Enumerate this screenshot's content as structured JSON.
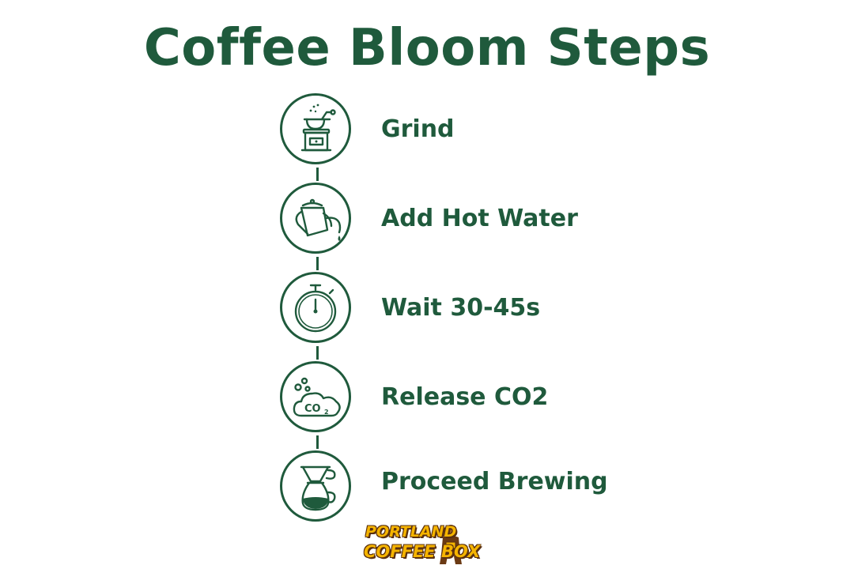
{
  "title": "Coffee Bloom Steps",
  "colors": {
    "primary": "#1f5a3c",
    "logo_yellow": "#f5b400",
    "logo_brown": "#5a3010"
  },
  "steps": [
    {
      "label": "Grind",
      "icon": "coffee-grinder-icon"
    },
    {
      "label": "Add Hot Water",
      "icon": "kettle-pour-icon"
    },
    {
      "label": "Wait 30-45s",
      "icon": "stopwatch-icon"
    },
    {
      "label": "Release CO2",
      "icon": "co2-cloud-icon"
    },
    {
      "label": "Proceed Brewing",
      "icon": "pour-over-brewer-icon"
    }
  ],
  "icon_text": {
    "co2": "CO",
    "co2_sub": "2"
  },
  "logo": {
    "line1": "PORTLAND",
    "line2": "COFFEE BOX"
  }
}
